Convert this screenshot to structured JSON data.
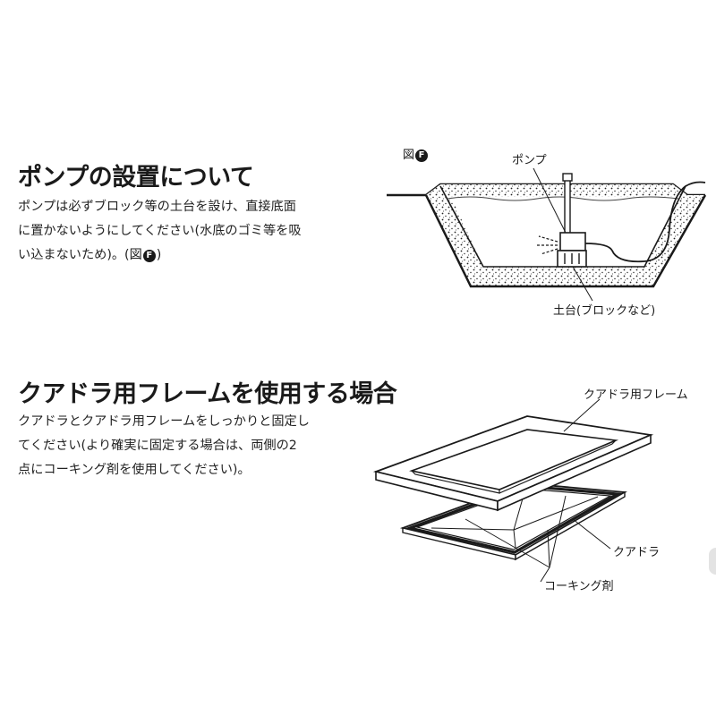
{
  "pump_section": {
    "heading": "ポンプの設置について",
    "lines": [
      "ポンプは必ずブロック等の土台を設け、直接底面",
      "に置かないようにしてください(水底のゴミ等を吸",
      "い込まないため)。(図"
    ],
    "line3_ref": "F",
    "line3_close": ")",
    "figure": {
      "fig_label": "図",
      "fig_letter": "F",
      "pump_label": "ポンプ",
      "base_label": "土台(ブロックなど)"
    }
  },
  "frame_section": {
    "heading": "クアドラ用フレームを使用する場合",
    "lines": [
      "クアドラとクアドラ用フレームをしっかりと固定し",
      "てください(より確実に固定する場合は、両側の2",
      "点にコーキング剤を使用してください)。"
    ],
    "figure": {
      "frame_label": "クアドラ用フレーム",
      "quadra_label": "クアドラ",
      "caulk_label": "コーキング剤"
    }
  }
}
